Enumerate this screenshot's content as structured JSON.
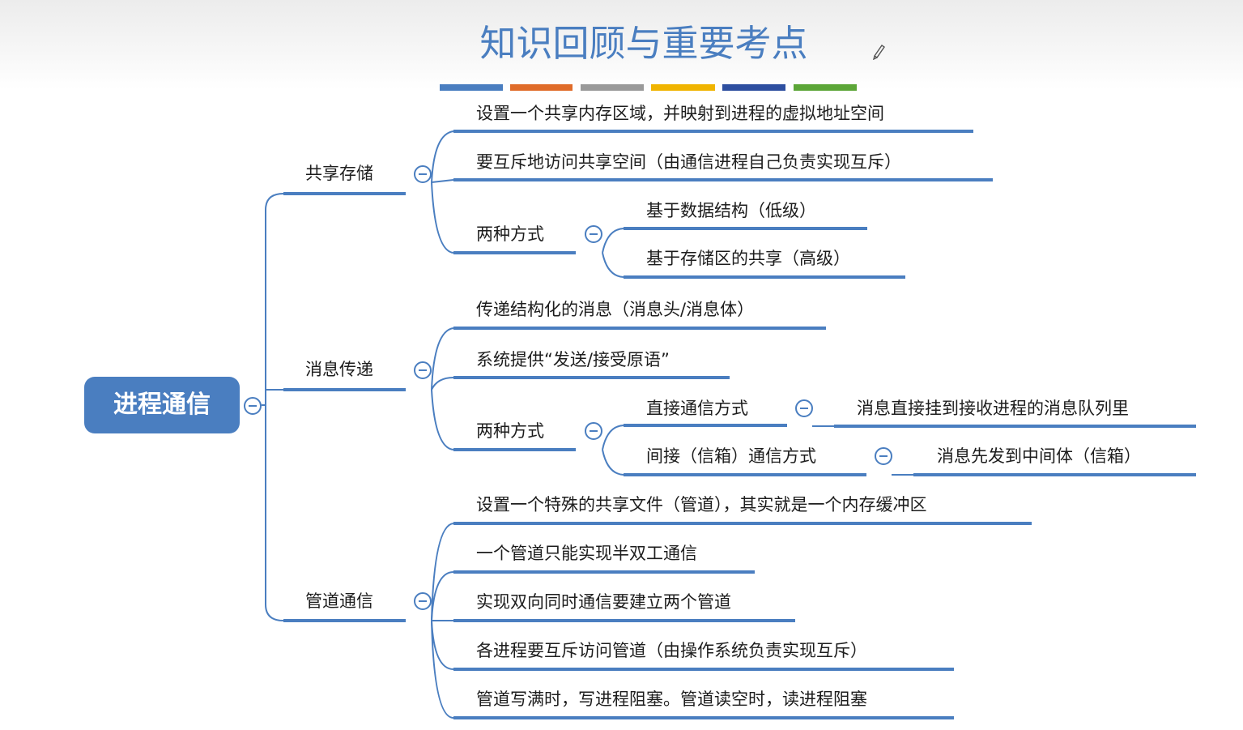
{
  "title": "知识回顾与重要考点",
  "colors": {
    "accent": "#4a7ec0",
    "bands": [
      "#4a7ec0",
      "#e06c2a",
      "#9a9a9a",
      "#f0b400",
      "#2e4fa0",
      "#5ca638"
    ]
  },
  "root": {
    "label": "进程通信"
  },
  "shared_storage": {
    "label": "共享存储",
    "items": [
      "设置一个共享内存区域，并映射到进程的虚拟地址空间",
      "要互斥地访问共享空间（由通信进程自己负责实现互斥）"
    ],
    "modes": {
      "label": "两种方式",
      "items": [
        "基于数据结构（低级）",
        "基于存储区的共享（高级）"
      ]
    }
  },
  "message_passing": {
    "label": "消息传递",
    "items": [
      "传递结构化的消息（消息头/消息体）",
      "系统提供“发送/接受原语”"
    ],
    "modes": {
      "label": "两种方式",
      "direct": {
        "label": "直接通信方式",
        "detail": "消息直接挂到接收进程的消息队列里"
      },
      "indirect": {
        "label": "间接（信箱）通信方式",
        "detail": "消息先发到中间体（信箱）"
      }
    }
  },
  "pipe": {
    "label": "管道通信",
    "items": [
      "设置一个特殊的共享文件（管道），其实就是一个内存缓冲区",
      "一个管道只能实现半双工通信",
      "实现双向同时通信要建立两个管道",
      "各进程要互斥访问管道（由操作系统负责实现互斥）",
      "管道写满时，写进程阻塞。管道读空时，读进程阻塞"
    ]
  }
}
